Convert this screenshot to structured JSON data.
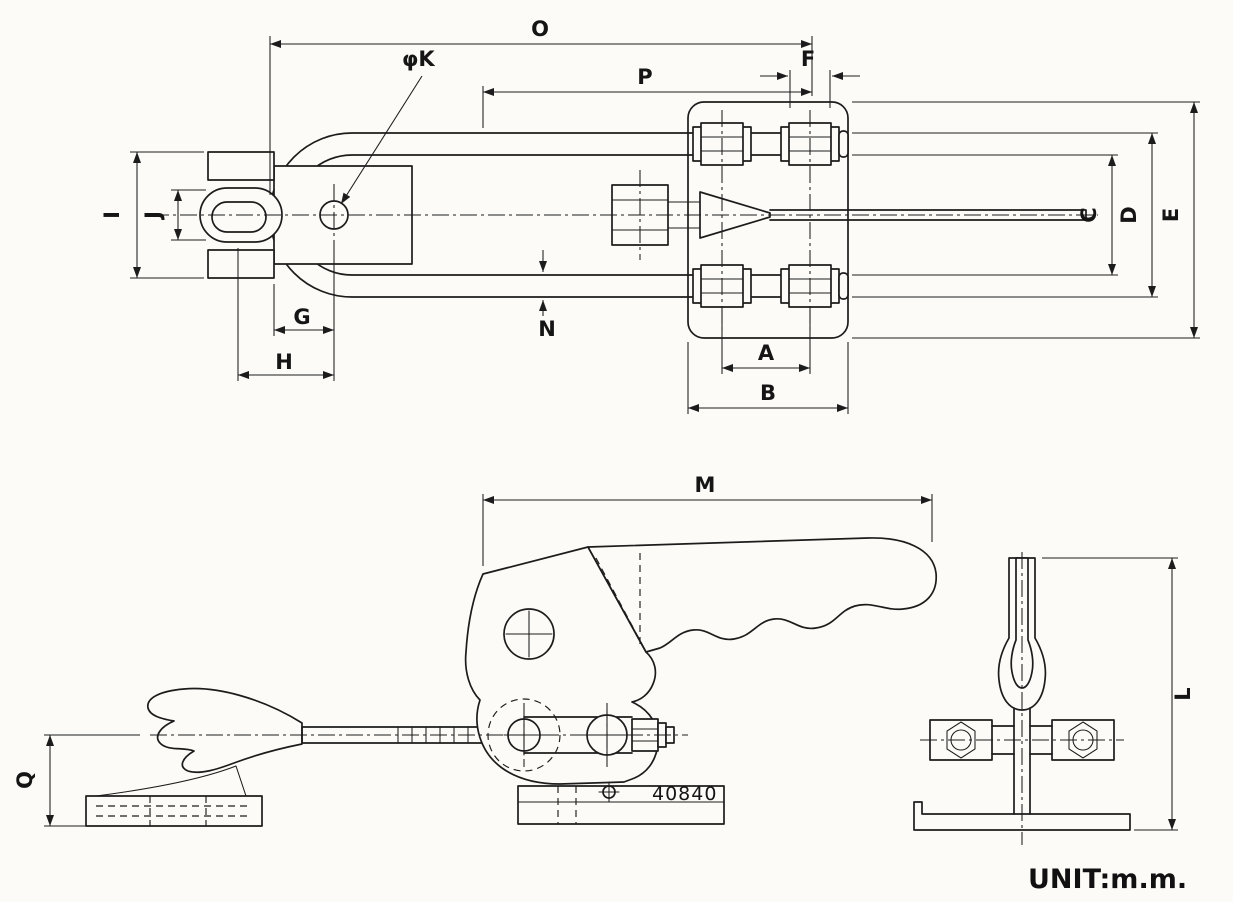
{
  "drawing": {
    "unit_label": "UNIT:m.m.",
    "part_number": "40840",
    "dim_labels": {
      "O": "O",
      "P": "P",
      "F": "F",
      "K": "φK",
      "I": "I",
      "J": "J",
      "G": "G",
      "H": "H",
      "N": "N",
      "A": "A",
      "B": "B",
      "C": "C",
      "D": "D",
      "E": "E",
      "M": "M",
      "Q": "Q",
      "L": "L"
    },
    "colors": {
      "ink": "#1c1c1c",
      "paper": "#fcfbf7"
    }
  }
}
